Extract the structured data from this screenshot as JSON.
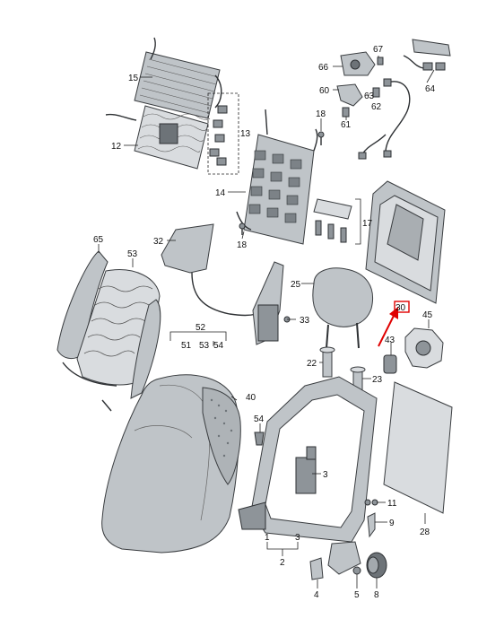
{
  "diagram": {
    "highlight_color": "#e00000",
    "part_numbers": {
      "p1": "1",
      "p2": "2",
      "p3": "3",
      "p3b": "3",
      "p4": "4",
      "p5": "5",
      "p8": "8",
      "p9": "9",
      "p11": "11",
      "p12": "12",
      "p13": "13",
      "p14": "14",
      "p15": "15",
      "p17": "17",
      "p18a": "18",
      "p18b": "18",
      "p22": "22",
      "p23": "23",
      "p25": "25",
      "p28": "28",
      "p32": "32",
      "p33": "33",
      "p40": "40",
      "p43": "43",
      "p45": "45",
      "p51": "51",
      "p52": "52",
      "p53a": "53",
      "p53b": "53",
      "p54a": "54",
      "p54b": "54",
      "p60": "60",
      "p61": "61",
      "p62": "62",
      "p63": "63",
      "p64": "64",
      "p65": "65",
      "p66": "66",
      "p67": "67",
      "p30": "30"
    }
  }
}
